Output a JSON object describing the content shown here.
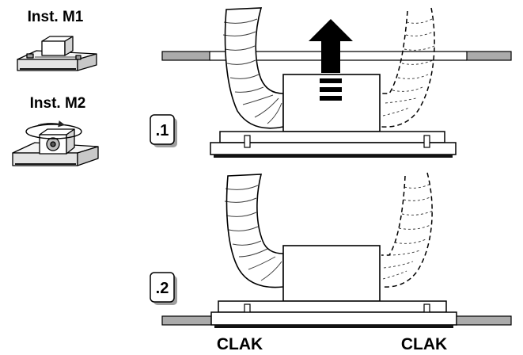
{
  "install_options": [
    {
      "label": "Inst. M1"
    },
    {
      "label": "Inst. M2"
    }
  ],
  "steps": [
    {
      "label": ".1"
    },
    {
      "label": ".2"
    }
  ],
  "sounds": {
    "left": "CLAK",
    "right": "CLAK"
  }
}
